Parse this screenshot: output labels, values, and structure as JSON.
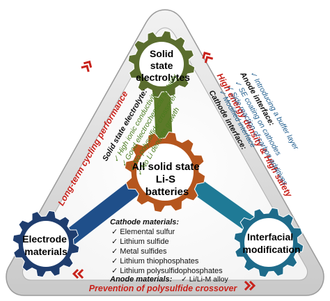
{
  "diagram": {
    "center_gear": {
      "label_lines": [
        "All solid state",
        "Li-S",
        "batteries"
      ],
      "color": "#b5561e"
    },
    "top_gear": {
      "label_lines": [
        "Solid",
        "state",
        "electrolytes"
      ],
      "color": "#5a6d2e"
    },
    "left_gear": {
      "label_lines": [
        "Electrode",
        "materials"
      ],
      "color": "#1f3d6e"
    },
    "right_gear": {
      "label_lines": [
        "Interfacial",
        "modification"
      ],
      "color": "#1e6b8a"
    },
    "arm_colors": {
      "top": "#5d7a2a",
      "left": "#1f4f8a",
      "right": "#1f7a96"
    },
    "left_side_title": "Long-term cycling performance",
    "right_side_title": "High energy density & High safety",
    "bottom_title": "Prevention of polysulfide crossover",
    "electrolyte_list": {
      "heading": "Solid state electrolyte:",
      "items": [
        "High ionic conductivity",
        "Good electrochemical stability",
        "No polysulfide crossover",
        "No Li dendrite growth"
      ]
    },
    "interface_list": {
      "cathode_heading": "Cathode interface:",
      "cathode_items": [
        "Modified interface",
        "Side reaction of carbon additives",
        "SE coating on cathodes"
      ],
      "anode_heading": "Anode interface:",
      "anode_items": [
        "Introducing a buffer layer"
      ]
    },
    "materials_list": {
      "cathode_heading": "Cathode materials:",
      "cathode_items": [
        "Elemental sulfur",
        "Lithium sulfide",
        "Metal sulfides",
        "Lithium thiophosphates",
        "Lithium polysulfidophosphates"
      ],
      "anode_heading": "Anode materials:",
      "anode_items": [
        "Li/Li-M alloy"
      ]
    },
    "accent_color": "#c8221b",
    "check_icon": "check-icon",
    "chevron_icon": "double-chevron-icon"
  }
}
